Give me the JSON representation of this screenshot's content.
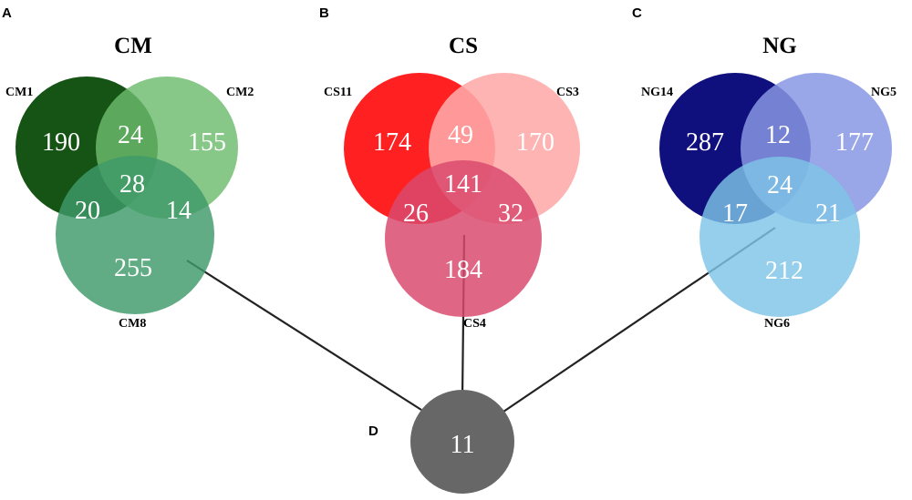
{
  "panels": [
    {
      "letter": "A",
      "title": "CM",
      "sets": [
        {
          "label": "CM1",
          "color": "#0b4d0b"
        },
        {
          "label": "CM2",
          "color": "#6dbb6d"
        },
        {
          "label": "CM8",
          "color": "#3f9a6a"
        }
      ],
      "regions": {
        "only_a": "190",
        "only_b": "155",
        "only_c": "255",
        "ab": "24",
        "ac": "20",
        "bc": "14",
        "abc": "28"
      }
    },
    {
      "letter": "B",
      "title": "CS",
      "sets": [
        {
          "label": "CS11",
          "color": "#ff1a1a"
        },
        {
          "label": "CS3",
          "color": "#ffaaaa"
        },
        {
          "label": "CS4",
          "color": "#d94a6e"
        }
      ],
      "regions": {
        "only_a": "174",
        "only_b": "170",
        "only_c": "184",
        "ab": "49",
        "ac": "26",
        "bc": "32",
        "abc": "141"
      }
    },
    {
      "letter": "C",
      "title": "NG",
      "sets": [
        {
          "label": "NG14",
          "color": "#0a0a7a"
        },
        {
          "label": "NG5",
          "color": "#8797e3"
        },
        {
          "label": "NG6",
          "color": "#7ec5e6"
        }
      ],
      "regions": {
        "only_a": "287",
        "only_b": "177",
        "only_c": "212",
        "ab": "12",
        "ac": "17",
        "bc": "21",
        "abc": "24"
      }
    }
  ],
  "shared": {
    "letter": "D",
    "value": "11",
    "color": "#676767"
  }
}
